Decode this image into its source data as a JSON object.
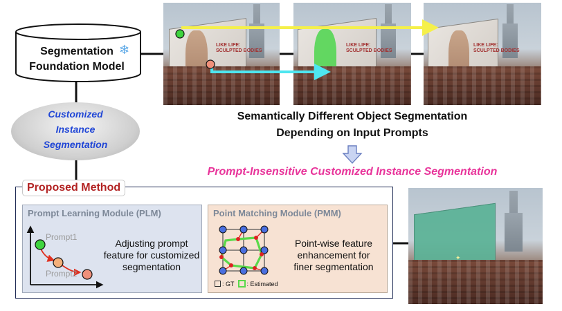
{
  "model": {
    "line1": "Segmentation",
    "line2": "Foundation Model",
    "icon": "snowflake-icon"
  },
  "ellipse": {
    "line1": "Customized",
    "line2": "Instance",
    "line3": "Segmentation"
  },
  "caption": {
    "line1": "Semantically Different Object Segmentation",
    "line2": "Depending on Input Prompts"
  },
  "prompt_insensitive": "Prompt-Insensitive Customized Instance Segmentation",
  "proposed": {
    "label": "Proposed Method",
    "plm": {
      "title": "Prompt Learning Module (PLM)",
      "prompt1": "Prompt1",
      "prompt2": "Prompt2",
      "desc1": "Adjusting prompt",
      "desc2": "feature for customized",
      "desc3": "segmentation"
    },
    "pmm": {
      "title": "Point Matching Module (PMM)",
      "desc1": "Point-wise feature",
      "desc2": "enhancement for",
      "desc3": "finer segmentation",
      "legend_gt": ": GT",
      "legend_est": ": Estimated"
    }
  },
  "billboard_text": {
    "line1": "LIKE LIFE:",
    "line2": "SCULPTED BODIES"
  },
  "colors": {
    "green_point": "#3fd43f",
    "red_point": "#f0907a",
    "yellow_arrow": "#f5f04a",
    "cyan_arrow": "#4ee6f0",
    "pink_text": "#e8349a",
    "blue_text": "#2046d6",
    "plm_bg": "#dde3ef",
    "pmm_bg": "#f7e2d3"
  }
}
